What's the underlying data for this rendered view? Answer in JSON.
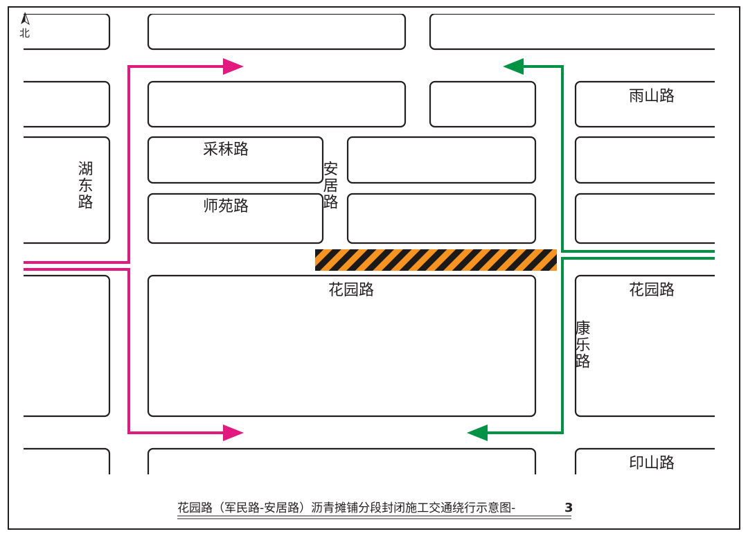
{
  "north": {
    "label": "北"
  },
  "roads": {
    "yushan": "雨山路",
    "caisu": "采秣路",
    "shiyuan": "师苑路",
    "anju": "安居路",
    "hudong": "湖东路",
    "huayuan_main": "花园路",
    "huayuan_east": "花园路",
    "kangle": "康乐路",
    "yinshan": "印山路"
  },
  "caption": {
    "text": "花园路（军民路-安居路）沥青摊铺分段封闭施工交通绕行示意图-",
    "number": "3"
  },
  "colors": {
    "detour_west": "#e2197f",
    "detour_east": "#009245",
    "closure_orange": "#f7931e",
    "closure_black": "#1a1a1a",
    "outline": "#231f20"
  }
}
